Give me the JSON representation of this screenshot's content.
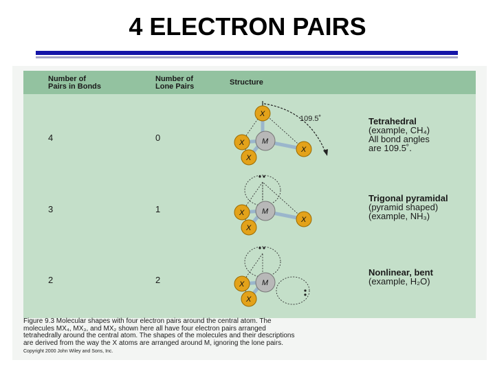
{
  "slide": {
    "title": "4 ELECTRON PAIRS"
  },
  "table": {
    "headers": {
      "bond_pairs": [
        "Number of",
        "Pairs in Bonds"
      ],
      "lone_pairs": [
        "Number of",
        "Lone Pairs"
      ],
      "structure": "Structure"
    },
    "rows": [
      {
        "bond_pairs": "4",
        "lone_pairs": "0",
        "name": "Tetrahedral",
        "lines": [
          "(example, CH₄)",
          "All bond angles",
          "are 109.5˚."
        ],
        "angle_label": "109.5˚"
      },
      {
        "bond_pairs": "3",
        "lone_pairs": "1",
        "name": "Trigonal pyramidal",
        "lines": [
          "(pyramid shaped)",
          "(example, NH₃)"
        ]
      },
      {
        "bond_pairs": "2",
        "lone_pairs": "2",
        "name": "Nonlinear, bent",
        "lines": [
          "(example, H₂O)"
        ]
      }
    ],
    "atom_labels": {
      "central": "M",
      "outer": "X"
    }
  },
  "caption": {
    "lines": [
      "Figure 9.3 Molecular shapes with four electron pairs around the central atom. The",
      "molecules MX₄, MX₃, and MX₂ shown here all have four electron pairs arranged",
      "tetrahedrally around the central atom. The shapes of the molecules and their descriptions",
      "are derived from the way the X atoms are arranged around M, ignoring the lone pairs."
    ],
    "copyright": "Copyright 2000 John Wiley and Sons, Inc."
  },
  "colors": {
    "rule": "#1414a8",
    "panel": "#c4dfc9",
    "header": "#93c2a0",
    "outer_atom": "#e3a21a",
    "central_atom": "#b8b8b8"
  }
}
